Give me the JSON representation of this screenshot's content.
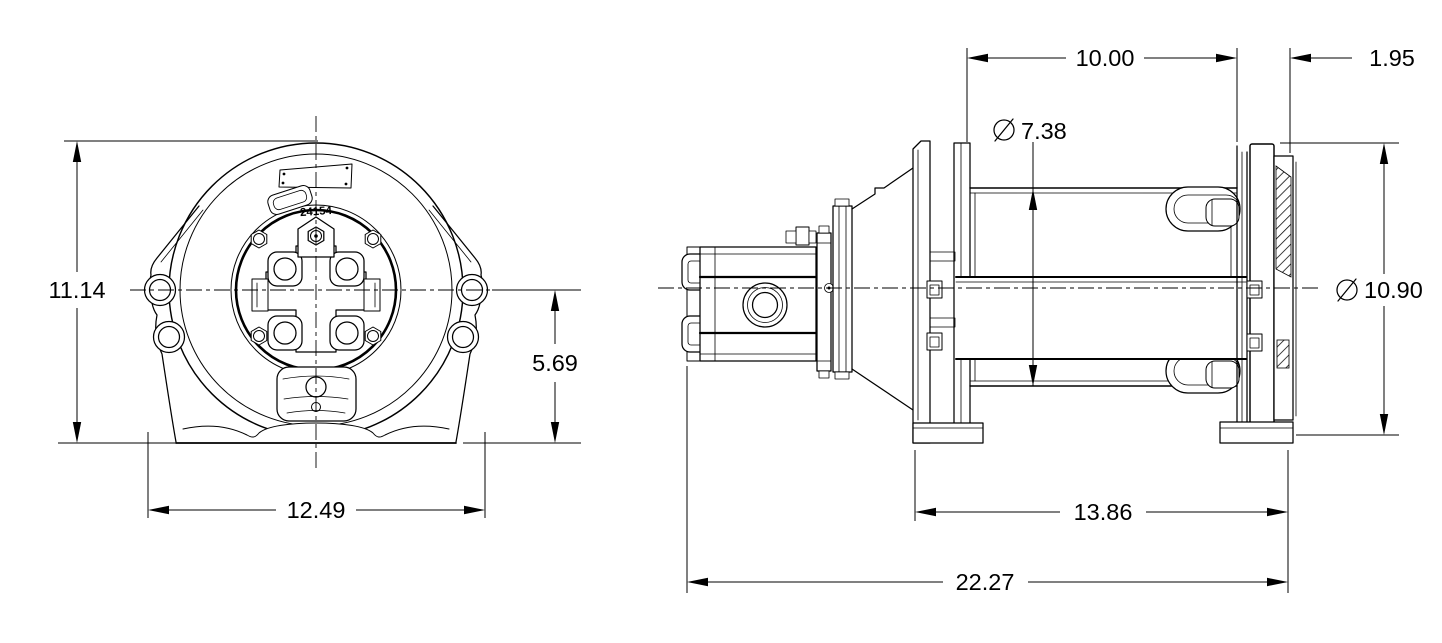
{
  "drawing": {
    "background": "#ffffff",
    "line_color": "#000000",
    "text_color": "#000000",
    "views": {
      "front": {
        "title": "front-view",
        "stamp": "24154",
        "dims": {
          "overall_height": {
            "value": "11.14"
          },
          "center_to_base": {
            "value": "5.69"
          },
          "overall_width": {
            "value": "12.49"
          }
        }
      },
      "side": {
        "title": "side-view",
        "dims": {
          "drum_length": {
            "value": "10.00"
          },
          "flange_offset": {
            "value": "1.95"
          },
          "barrel_diameter": {
            "value": "7.38",
            "diameter_symbol": true
          },
          "flange_diameter": {
            "value": "10.90",
            "diameter_symbol": true
          },
          "frame_length": {
            "value": "13.86"
          },
          "overall_length": {
            "value": "22.27"
          }
        }
      }
    }
  }
}
